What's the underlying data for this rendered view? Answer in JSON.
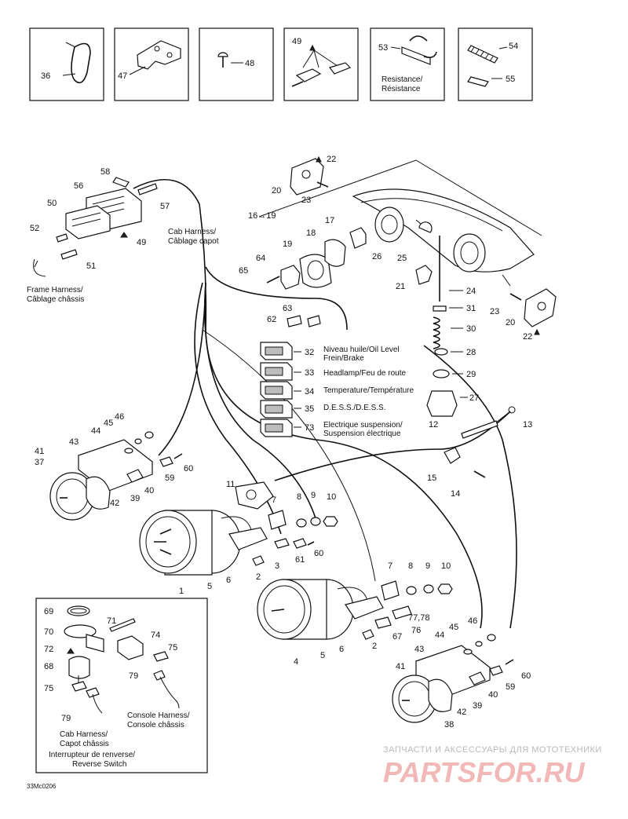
{
  "inset_boxes": [
    {
      "parts": [
        "36"
      ]
    },
    {
      "parts": [
        "47"
      ]
    },
    {
      "parts": [
        "48"
      ]
    },
    {
      "parts": [
        "49"
      ]
    },
    {
      "parts": [
        "53"
      ],
      "label": [
        "Resistance/",
        "Résistance"
      ]
    },
    {
      "parts": [
        "54",
        "55"
      ]
    }
  ],
  "part_numbers": [
    "1",
    "2",
    "3",
    "4",
    "5",
    "6",
    "7",
    "8",
    "9",
    "10",
    "11",
    "12",
    "13",
    "14",
    "15",
    "16→19",
    "17",
    "18",
    "19",
    "20",
    "21",
    "22",
    "23",
    "24",
    "25",
    "26",
    "27",
    "28",
    "29",
    "30",
    "31",
    "32",
    "33",
    "34",
    "35",
    "37",
    "38",
    "39",
    "40",
    "41",
    "42",
    "43",
    "44",
    "45",
    "46",
    "50",
    "51",
    "52",
    "56",
    "57",
    "58",
    "59",
    "60",
    "61",
    "62",
    "63",
    "64",
    "65",
    "67",
    "68",
    "69",
    "70",
    "71",
    "72",
    "73",
    "74",
    "75",
    "76",
    "77,78",
    "79"
  ],
  "labels": {
    "frame_harness": [
      "Frame Harness/",
      "Câblage châssis"
    ],
    "cab_harness_top": [
      "Cab Harness/",
      "Câblage capot"
    ],
    "oil_level": [
      "Niveau huile/Oil Level",
      "Frein/Brake"
    ],
    "headlamp": "Headlamp/Feu de route",
    "temperature": "Temperature/Température",
    "dess": "D.E.S.S./D.E.S.S.",
    "electric_suspension": [
      "Electrique suspension/",
      "Suspension électrique"
    ],
    "console_harness": [
      "Console Harness/",
      "Console châssis"
    ],
    "cab_harness_bottom": [
      "Cab Harness/",
      "Capot châssis"
    ],
    "reverse_switch": [
      "Interrupteur de renverse/",
      "Reverse Switch"
    ]
  },
  "figure_code": "33Mc0206",
  "watermark": {
    "line1": "ЗАПЧАСТИ И АКСЕССУАРЫ ДЛЯ МОТОТЕХНИКИ",
    "line2": "PARTSFOR.RU"
  }
}
